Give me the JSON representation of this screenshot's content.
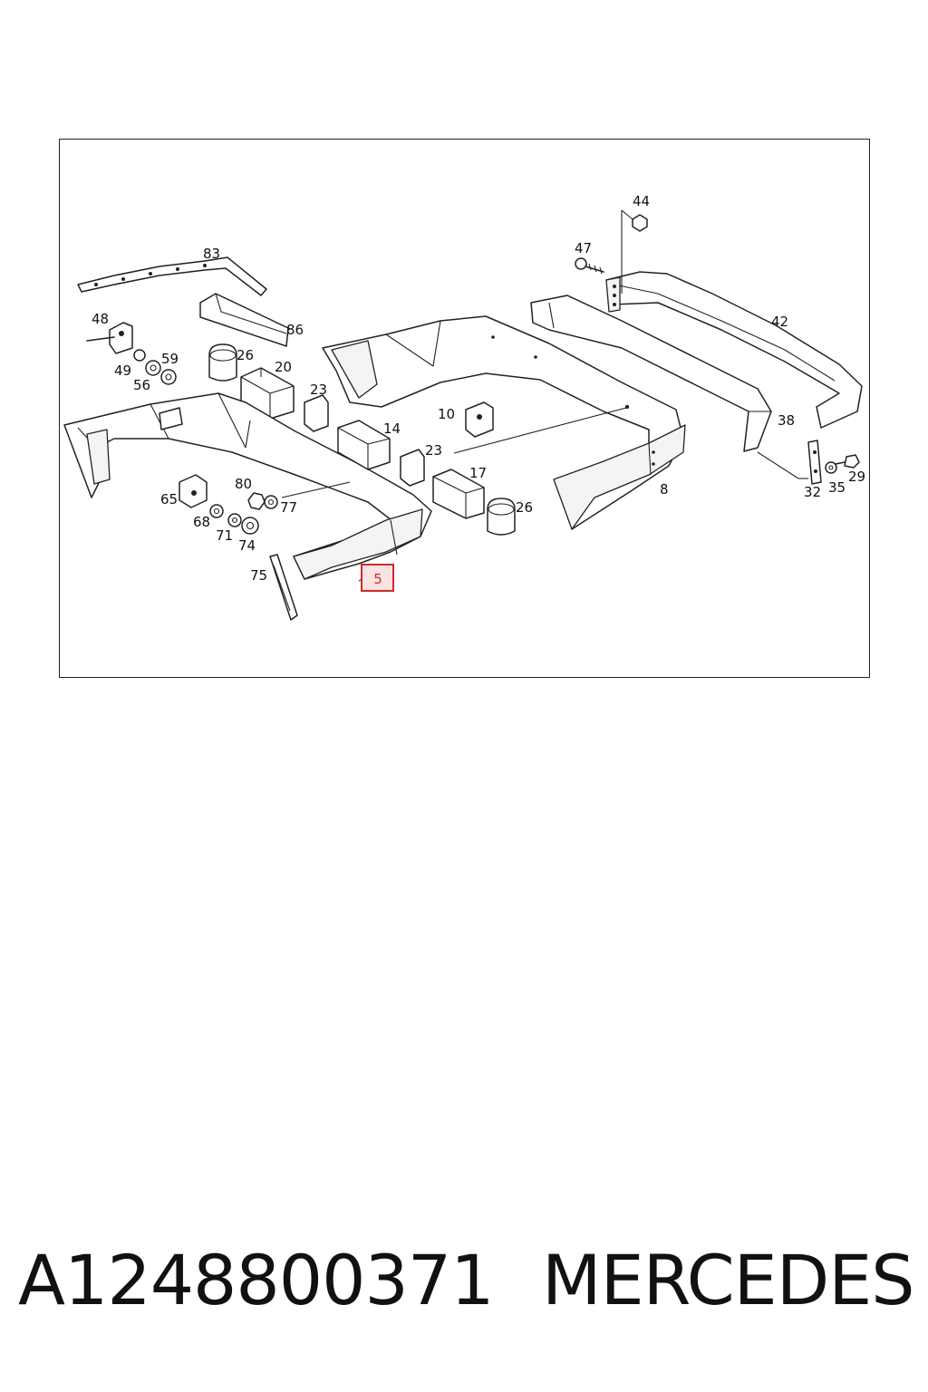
{
  "diagram": {
    "callouts": {
      "c83": "83",
      "c86": "86",
      "c48": "48",
      "c49": "49",
      "c59": "59",
      "c56": "56",
      "c26a": "26",
      "c20": "20",
      "c23a": "23",
      "c14": "14",
      "c10": "10",
      "c23b": "23",
      "c17": "17",
      "c26b": "26",
      "c8": "8",
      "c44": "44",
      "c47": "47",
      "c42": "42",
      "c38": "38",
      "c32": "32",
      "c35": "35",
      "c29": "29",
      "c65": "65",
      "c80": "80",
      "c77": "77",
      "c68": "68",
      "c71": "71",
      "c74": "74",
      "c75": "75"
    },
    "highlight": {
      "label": "5",
      "color": "#cc2a2a"
    }
  },
  "footer": {
    "part_number": "A1248800371",
    "brand": "MERCEDES"
  }
}
